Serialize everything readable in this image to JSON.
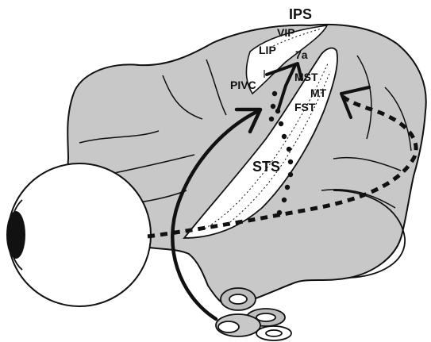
{
  "labels": {
    "ips": "IPS",
    "vip": "VIP",
    "lip": "LIP",
    "area_7a": "7a",
    "pivc": "PIVC",
    "mst": "MST",
    "mt": "MT",
    "fst": "FST",
    "sts": "STS"
  },
  "colors": {
    "brain_fill": "#c8c8c8",
    "outline": "#111111",
    "sulcus_fill": "#ffffff",
    "pupil": "#111111",
    "pathway": "#111111"
  }
}
